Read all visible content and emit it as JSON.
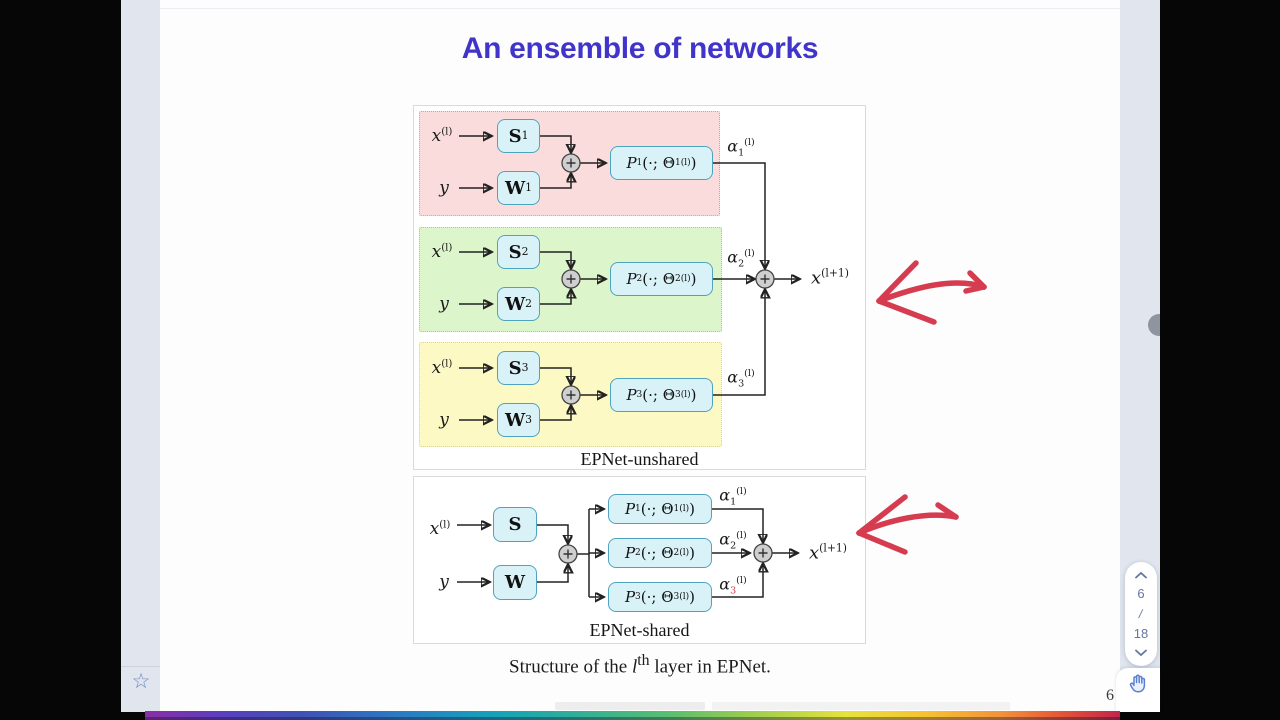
{
  "colors": {
    "title": "#4134cb",
    "annotation_red": "#d63c4f",
    "box_fill": "#d9f2f8",
    "box_border": "#4fa3bf",
    "progress_gradient": "linear-gradient(90deg,#8a2ea6 0%,#5a3fc0 8%,#3f51b5 16%,#2a7ac4 26%,#16a2b8 36%,#2fae9a 44%,#5abf6e 54%,#9ccc4f 62%,#e8e23c 72%,#f6c231 80%,#f2903a 88%,#e35537 94%,#c2244a 100%)"
  },
  "viewer": {
    "star_icon": "☆",
    "page_nav": {
      "current": "6",
      "separator": "/",
      "total": "18"
    },
    "slide_page_number": "6"
  },
  "slide": {
    "title": "An ensemble of networks",
    "caption": "Structure of the *l*^{th} layer in EPNet.",
    "unshared": {
      "label": "EPNet-unshared",
      "output": "*x*^{(l+1)}",
      "blocks": [
        {
          "bg": "#fbdcdc",
          "border_color": "#e59a9a",
          "x_in": "*x*^{(l)}",
          "y_in": "*y*",
          "s": "**S**_{1}",
          "w": "**W**_{1}",
          "p": "*P*_{1}(·; Θ_{1}^{(l)})",
          "alpha": "*α*_{1}^{(l)}"
        },
        {
          "bg": "#dcf5cb",
          "border_color": "#9ed07e",
          "x_in": "*x*^{(l)}",
          "y_in": "*y*",
          "s": "**S**_{2}",
          "w": "**W**_{2}",
          "p": "*P*_{2}(·; Θ_{2}^{(l)})",
          "alpha": "*α*_{2}^{(l)}"
        },
        {
          "bg": "#fdf9c4",
          "border_color": "#e0d687",
          "x_in": "*x*^{(l)}",
          "y_in": "*y*",
          "s": "**S**_{3}",
          "w": "**W**_{3}",
          "p": "*P*_{3}(·; Θ_{3}^{(l)})",
          "alpha": "*α*_{3}^{(l)}"
        }
      ]
    },
    "shared": {
      "label": "EPNet-shared",
      "x_in": "*x*^{(l)}",
      "y_in": "*y*",
      "s": "**S**",
      "w": "**W**",
      "p": [
        "*P*_{1}(·; Θ_{1}^{(l)})",
        "*P*_{2}(·; Θ_{2}^{(l)})",
        "*P*_{3}(·; Θ_{3}^{(l)})"
      ],
      "alphas": [
        "*α*_{1}^{(l)}",
        "*α*_{2}^{(l)}",
        "*α*_{3}^{(l)}"
      ],
      "output": "*x*^{(l+1)}"
    }
  }
}
